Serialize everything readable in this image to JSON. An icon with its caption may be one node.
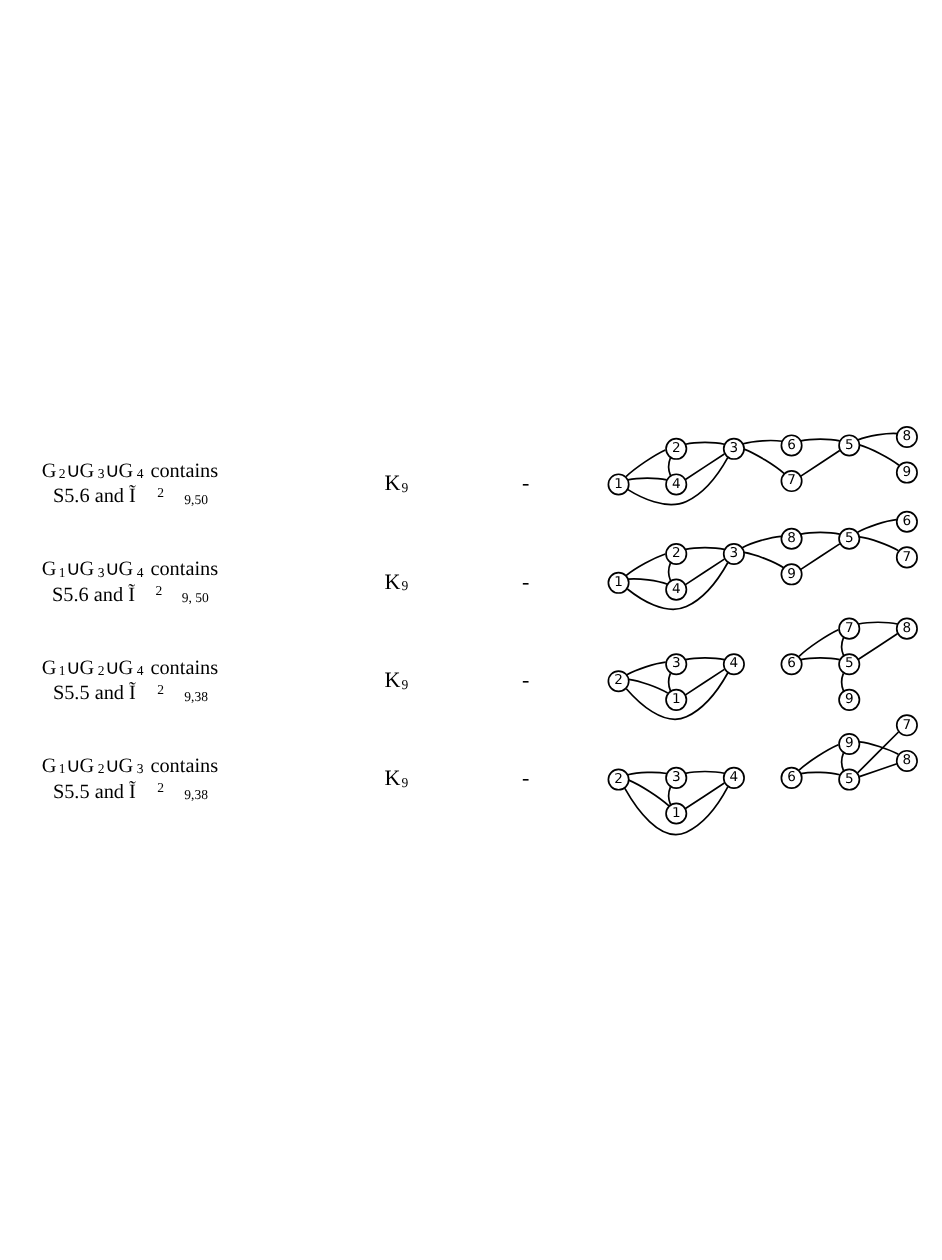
{
  "diagram": {
    "nodes": [
      {
        "text": [
          "1"
        ]
      },
      {
        "text": [
          "2"
        ]
      },
      {
        "text": [
          "3"
        ]
      },
      {
        "text": [
          "4"
        ]
      },
      {
        "text": [
          "5"
        ]
      },
      {
        "text": [
          "6"
        ]
      },
      {
        "text": [
          "7"
        ]
      },
      {
        "text": [
          "8"
        ]
      },
      {
        "text": [
          "9"
        ]
      },
      {
        "text": [
          "1"
        ]
      },
      {
        "text": [
          "2"
        ]
      },
      {
        "text": [
          "3"
        ]
      },
      {
        "text": [
          "4"
        ]
      },
      {
        "text": [
          "5"
        ]
      },
      {
        "text": [
          "6"
        ]
      },
      {
        "text": [
          "7"
        ]
      },
      {
        "text": [
          "8"
        ]
      },
      {
        "text": [
          "9"
        ]
      },
      {
        "text": [
          "1"
        ]
      },
      {
        "text": [
          "2"
        ]
      },
      {
        "text": [
          "3"
        ]
      },
      {
        "text": [
          "4"
        ]
      },
      {
        "text": [
          "5"
        ]
      },
      {
        "text": [
          "6"
        ]
      },
      {
        "text": [
          "7"
        ]
      },
      {
        "text": [
          "8"
        ]
      },
      {
        "text": [
          "9"
        ]
      },
      {
        "text": [
          "1"
        ]
      },
      {
        "text": [
          "2"
        ]
      },
      {
        "text": [
          "3"
        ]
      },
      {
        "text": [
          "4"
        ]
      },
      {
        "text": [
          "5"
        ]
      },
      {
        "text": [
          "6"
        ]
      },
      {
        "text": [
          "7"
        ]
      },
      {
        "text": [
          "8"
        ]
      },
      {
        "text": [
          "9"
        ]
      }
    ],
    "edges": [
      {
        "from": 0,
        "to": 1,
        "arrow": "none"
      },
      {
        "from": 0,
        "to": 3,
        "arrow": "none"
      },
      {
        "from": 0,
        "to": 2,
        "arrow": "none"
      },
      {
        "from": 1,
        "to": 3,
        "arrow": "none"
      },
      {
        "from": 1,
        "to": 2,
        "arrow": "none"
      },
      {
        "from": 3,
        "to": 2,
        "arrow": "none"
      },
      {
        "from": 2,
        "to": 5,
        "arrow": "none"
      },
      {
        "from": 2,
        "to": 6,
        "arrow": "none"
      },
      {
        "from": 5,
        "to": 4,
        "arrow": "none"
      },
      {
        "from": 6,
        "to": 4,
        "arrow": "none"
      },
      {
        "from": 4,
        "to": 7,
        "arrow": "none"
      },
      {
        "from": 4,
        "to": 8,
        "arrow": "none"
      },
      {
        "from": 9,
        "to": 10,
        "arrow": "none"
      },
      {
        "from": 9,
        "to": 12,
        "arrow": "none"
      },
      {
        "from": 9,
        "to": 11,
        "arrow": "none"
      },
      {
        "from": 10,
        "to": 12,
        "arrow": "none"
      },
      {
        "from": 10,
        "to": 11,
        "arrow": "none"
      },
      {
        "from": 12,
        "to": 11,
        "arrow": "none"
      },
      {
        "from": 11,
        "to": 16,
        "arrow": "none"
      },
      {
        "from": 11,
        "to": 17,
        "arrow": "none"
      },
      {
        "from": 16,
        "to": 13,
        "arrow": "none"
      },
      {
        "from": 17,
        "to": 13,
        "arrow": "none"
      },
      {
        "from": 13,
        "to": 14,
        "arrow": "none"
      },
      {
        "from": 13,
        "to": 15,
        "arrow": "none"
      },
      {
        "from": 20,
        "to": 19,
        "arrow": "none"
      },
      {
        "from": 20,
        "to": 21,
        "arrow": "none"
      },
      {
        "from": 20,
        "to": 18,
        "arrow": "none"
      },
      {
        "from": 18,
        "to": 19,
        "arrow": "none"
      },
      {
        "from": 18,
        "to": 21,
        "arrow": "none"
      },
      {
        "from": 19,
        "to": 21,
        "arrow": "none"
      },
      {
        "from": 24,
        "to": 23,
        "arrow": "none"
      },
      {
        "from": 24,
        "to": 25,
        "arrow": "none"
      },
      {
        "from": 24,
        "to": 22,
        "arrow": "none"
      },
      {
        "from": 22,
        "to": 23,
        "arrow": "none"
      },
      {
        "from": 22,
        "to": 25,
        "arrow": "none"
      },
      {
        "from": 22,
        "to": 26,
        "arrow": "none"
      },
      {
        "from": 29,
        "to": 28,
        "arrow": "none"
      },
      {
        "from": 29,
        "to": 30,
        "arrow": "none"
      },
      {
        "from": 29,
        "to": 27,
        "arrow": "none"
      },
      {
        "from": 27,
        "to": 28,
        "arrow": "none"
      },
      {
        "from": 27,
        "to": 30,
        "arrow": "none"
      },
      {
        "from": 28,
        "to": 30,
        "arrow": "none"
      },
      {
        "from": 35,
        "to": 32,
        "arrow": "none"
      },
      {
        "from": 35,
        "to": 34,
        "arrow": "none"
      },
      {
        "from": 35,
        "to": 31,
        "arrow": "none"
      },
      {
        "from": 31,
        "to": 32,
        "arrow": "none"
      },
      {
        "from": 31,
        "to": 34,
        "arrow": "none"
      },
      {
        "from": 31,
        "to": 33,
        "arrow": "none"
      }
    ],
    "labels": [
      "G$_{2}$∪G$_{3}$∪G$_{4}$ contains",
      "S5.6 and Ĩ$^{2}$$_{9,50}$",
      "K$_{9}$",
      "-",
      "G$_{1}$∪G$_{3}$∪G$_{4}$ contains",
      "S5.6 and Ĩ$^{2}$$_{9, 50}$",
      "K$_{9}$",
      "-",
      "G$_{1}$∪G$_{2}$∪G$_{4}$ contains",
      "S5.5 and Ĩ$^{2}$$_{9,38}$",
      "K$_{9}$",
      "-",
      "G$_{1}$∪G$_{2}$∪G$_{3}$ contains",
      "S5.5 and Ĩ$^{2}$$_{9,38}$",
      "K$_{9}$",
      "-"
    ]
  }
}
